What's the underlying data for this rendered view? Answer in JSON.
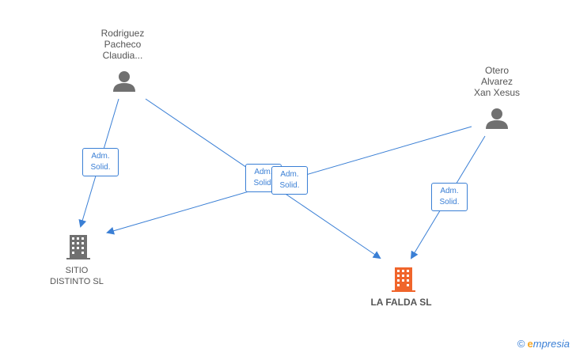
{
  "people": [
    {
      "id": "p1",
      "name": "Rodriguez\nPacheco\nClaudia..."
    },
    {
      "id": "p2",
      "name": "Otero\nAlvarez\nXan Xesus"
    }
  ],
  "companies": [
    {
      "id": "c1",
      "name": "SITIO\nDISTINTO SL",
      "highlight": false
    },
    {
      "id": "c2",
      "name": "LA FALDA SL",
      "highlight": true
    }
  ],
  "edges": [
    {
      "from": "p1",
      "to": "c1",
      "label": "Adm.\nSolid."
    },
    {
      "from": "p1",
      "to": "c2",
      "label": "Adm.\nSolid."
    },
    {
      "from": "p2",
      "to": "c1",
      "label": "Adm.\nSolid."
    },
    {
      "from": "p2",
      "to": "c2",
      "label": "Adm.\nSolid."
    }
  ],
  "colors": {
    "edge": "#3a7fd5",
    "person_icon": "#707070",
    "company_icon": "#707070",
    "company_highlight": "#f0652b"
  },
  "watermark": {
    "copyright": "©",
    "brand_initial": "e",
    "brand_rest": "mpresia"
  }
}
